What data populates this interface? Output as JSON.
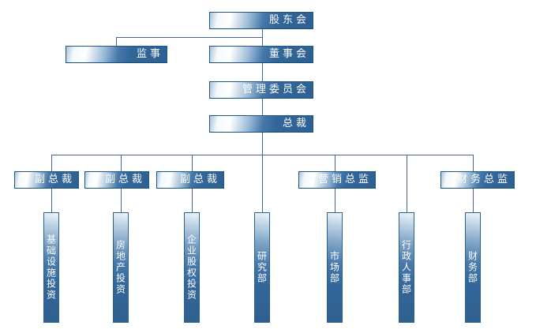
{
  "chart_title": "",
  "nodes": {
    "shareholders": "股东会",
    "supervisor": "监事",
    "board": "董事会",
    "management_committee": "管理委员会",
    "president": "总裁",
    "vice_president_1": "副总裁",
    "vice_president_2": "副总裁",
    "vice_president_3": "副总裁",
    "marketing_director": "营销总监",
    "finance_director": "财务总监"
  },
  "departments": [
    "基础设施投资",
    "房地产投资",
    "企业股权投资",
    "研究部",
    "市场部",
    "行政人事部",
    "财务部"
  ],
  "hierarchy": {
    "root": "股东会",
    "root_children": [
      "监事",
      "董事会"
    ],
    "board_chain": [
      "董事会",
      "管理委员会",
      "总裁"
    ],
    "president_children": [
      "副总裁",
      "副总裁",
      "副总裁",
      "研究部",
      "营销总监",
      "行政人事部",
      "财务总监"
    ],
    "leaf_mapping": {
      "副总裁_1": "基础设施投资",
      "副总裁_2": "房地产投资",
      "副总裁_3": "企业股权投资",
      "总裁_direct_1": "研究部",
      "营销总监": "市场部",
      "总裁_direct_2": "行政人事部",
      "财务总监": "财务部"
    }
  },
  "colors": {
    "box_fill": "#336699",
    "box_border": "#1d578e",
    "box_highlight": "#ffffff",
    "connector": "#4f6498",
    "text": "#ffffff",
    "background": "#ffffff"
  }
}
